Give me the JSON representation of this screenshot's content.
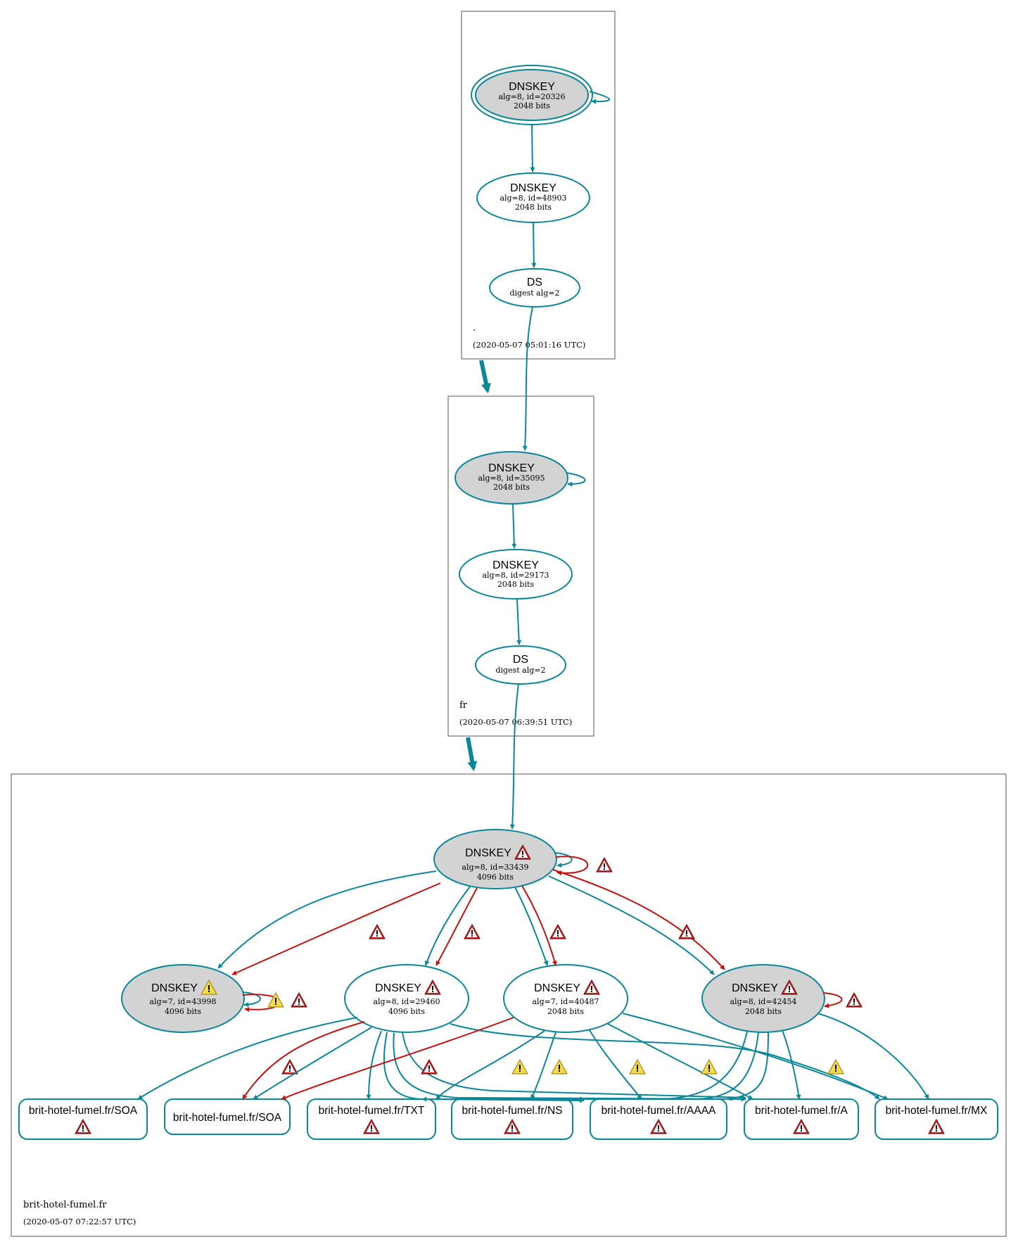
{
  "colors": {
    "secure": "#0a8799",
    "bogus": "#c80e0e",
    "ksk_fill": "#d3d3d3",
    "error_icon": "#c8272a",
    "warning_icon": "#f2d94d"
  },
  "zones": {
    "root": {
      "name": ".",
      "timestamp": "(2020-05-07 05:01:16 UTC)",
      "nodes": {
        "ksk": {
          "title": "DNSKEY",
          "line1": "alg=8, id=20326",
          "line2": "2048 bits"
        },
        "zsk": {
          "title": "DNSKEY",
          "line1": "alg=8, id=48903",
          "line2": "2048 bits"
        },
        "ds": {
          "title": "DS",
          "line1": "digest alg=2"
        }
      }
    },
    "fr": {
      "name": "fr",
      "timestamp": "(2020-05-07 06:39:51 UTC)",
      "nodes": {
        "ksk": {
          "title": "DNSKEY",
          "line1": "alg=8, id=35095",
          "line2": "2048 bits"
        },
        "zsk": {
          "title": "DNSKEY",
          "line1": "alg=8, id=29173",
          "line2": "2048 bits"
        },
        "ds": {
          "title": "DS",
          "line1": "digest alg=2"
        }
      }
    },
    "domain": {
      "name": "brit-hotel-fumel.fr",
      "timestamp": "(2020-05-07 07:22:57 UTC)",
      "nodes": {
        "ksk": {
          "title": "DNSKEY",
          "line1": "alg=8, id=33439",
          "line2": "4096 bits",
          "status_icon": "error-icon"
        },
        "key43998": {
          "title": "DNSKEY",
          "line1": "alg=7, id=43998",
          "line2": "4096 bits",
          "status_icon": "warning-icon"
        },
        "key29460": {
          "title": "DNSKEY",
          "line1": "alg=8, id=29460",
          "line2": "4096 bits",
          "status_icon": "error-icon"
        },
        "key40487": {
          "title": "DNSKEY",
          "line1": "alg=7, id=40487",
          "line2": "2048 bits",
          "status_icon": "error-icon"
        },
        "key42454": {
          "title": "DNSKEY",
          "line1": "alg=8, id=42454",
          "line2": "2048 bits",
          "status_icon": "error-icon"
        }
      },
      "rrsets": [
        {
          "label": "brit-hotel-fumel.fr/SOA",
          "status_icon": "error-icon"
        },
        {
          "label": "brit-hotel-fumel.fr/SOA",
          "status_icon": ""
        },
        {
          "label": "brit-hotel-fumel.fr/TXT",
          "status_icon": "error-icon"
        },
        {
          "label": "brit-hotel-fumel.fr/NS",
          "status_icon": "error-icon"
        },
        {
          "label": "brit-hotel-fumel.fr/AAAA",
          "status_icon": "error-icon"
        },
        {
          "label": "brit-hotel-fumel.fr/A",
          "status_icon": "error-icon"
        },
        {
          "label": "brit-hotel-fumel.fr/MX",
          "status_icon": "error-icon"
        }
      ]
    }
  }
}
